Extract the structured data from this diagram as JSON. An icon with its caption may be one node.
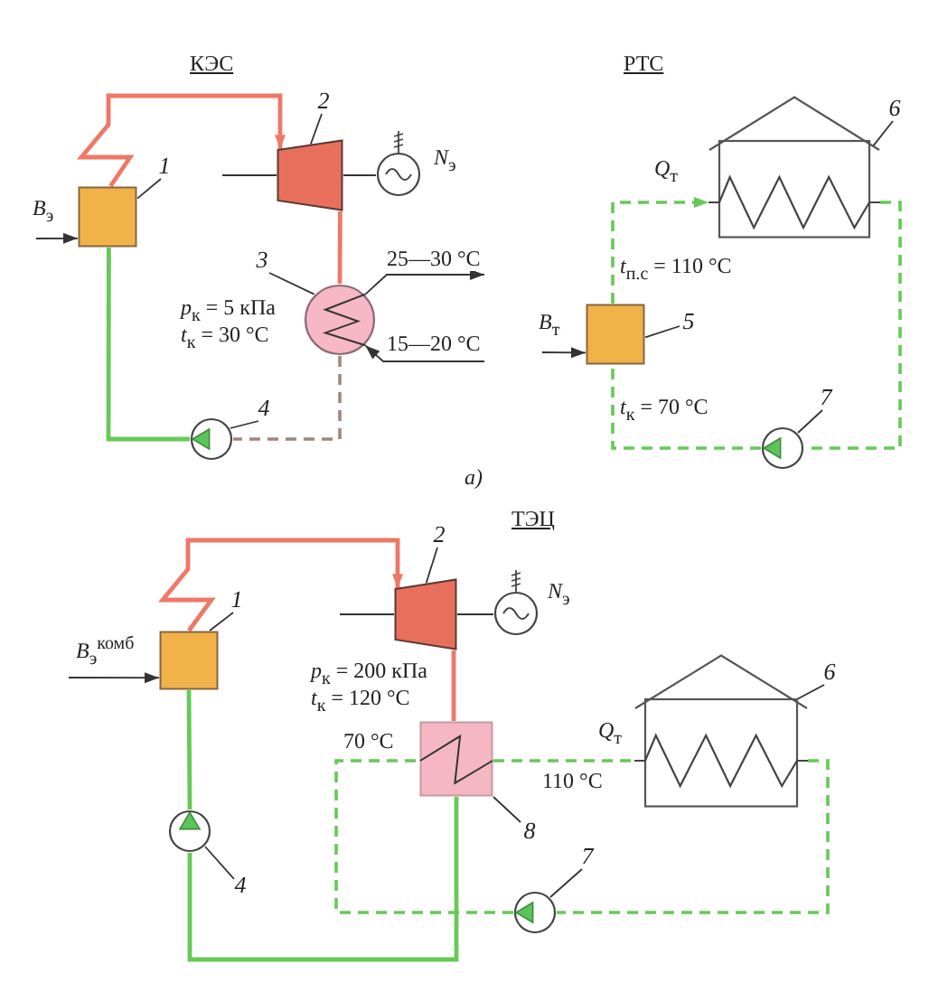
{
  "diagram": {
    "nodes": [
      {
        "text": [],
        "shape": "box"
      },
      {
        "text": [
          "1"
        ]
      },
      {
        "text": [],
        "shape": "trapezoid"
      },
      {
        "text": [
          "2"
        ]
      },
      {
        "text": [],
        "shape": "circle",
        "beside": [
          "*N*$_{э}$"
        ]
      },
      {
        "text": [],
        "shape": "circle",
        "beside": [
          "*p*$_{к}$ = 5 кПа",
          "*t*$_{к}$ = 30 °C"
        ]
      },
      {
        "text": [
          "3"
        ]
      },
      {
        "text": [],
        "shape": "circle"
      },
      {
        "text": [
          "4"
        ]
      },
      {
        "text": [],
        "shape": "house",
        "beside": [
          "*Q*$_{т}$"
        ]
      },
      {
        "text": [
          "6"
        ]
      },
      {
        "text": [],
        "shape": "box"
      },
      {
        "text": [
          "5"
        ]
      },
      {
        "text": [],
        "shape": "circle"
      },
      {
        "text": [
          "7"
        ]
      },
      {
        "text": [],
        "shape": "box"
      },
      {
        "text": [
          "1"
        ]
      },
      {
        "text": [],
        "shape": "trapezoid"
      },
      {
        "text": [
          "2"
        ]
      },
      {
        "text": [],
        "shape": "circle",
        "beside": [
          "*N*$_{э}$"
        ]
      },
      {
        "text": [],
        "shape": "box",
        "beside": [
          "*p*$_{к}$ = 200 кПа",
          "*t*$_{к}$ = 120 °C"
        ]
      },
      {
        "text": [],
        "shape": "house",
        "beside": [
          "*Q*$_{т}$"
        ]
      },
      {
        "text": [
          "6"
        ]
      },
      {
        "text": [
          "8"
        ]
      },
      {
        "text": [],
        "shape": "circle"
      },
      {
        "text": [
          "7"
        ]
      },
      {
        "text": [],
        "shape": "circle"
      },
      {
        "text": [
          "4"
        ]
      }
    ],
    "edges": [
      {
        "from": null,
        "to": 0,
        "arrow": "to",
        "label": "*B*$_{э}$"
      },
      {
        "from": 1,
        "to": 0,
        "arrow": "none"
      },
      {
        "from": 0,
        "to": 2,
        "arrow": "to",
        "style": "thick",
        "color": "#ee7866"
      },
      {
        "from": 3,
        "to": 2,
        "arrow": "none"
      },
      {
        "from": 2,
        "to": 4,
        "arrow": "none"
      },
      {
        "from": 2,
        "to": 5,
        "arrow": "none",
        "style": "thick",
        "color": "#ee7866"
      },
      {
        "from": 6,
        "to": 5,
        "arrow": "none"
      },
      {
        "from": 5,
        "to": null,
        "arrow": "to",
        "label": "25—30 °C"
      },
      {
        "from": null,
        "to": 5,
        "arrow": "to",
        "label": "15—20 °C"
      },
      {
        "from": 5,
        "to": 7,
        "arrow": "none",
        "style": "dashed",
        "color": "#a3857a"
      },
      {
        "from": 8,
        "to": 7,
        "arrow": "none"
      },
      {
        "from": 7,
        "to": 0,
        "arrow": "none",
        "style": "thick",
        "color": "#66c957"
      },
      {
        "from": null,
        "to": 11,
        "arrow": "to",
        "label": "*B*$_{т}$"
      },
      {
        "from": 12,
        "to": 11,
        "arrow": "none"
      },
      {
        "from": 11,
        "to": 9,
        "arrow": "to",
        "style": "dashed",
        "color": "#66c957",
        "label": "*t*$_{п.с}$ = 110 °C"
      },
      {
        "from": 10,
        "to": 9,
        "arrow": "none"
      },
      {
        "from": 9,
        "to": 13,
        "arrow": "none",
        "style": "dashed",
        "color": "#66c957"
      },
      {
        "from": 14,
        "to": 13,
        "arrow": "none"
      },
      {
        "from": 13,
        "to": 11,
        "arrow": "none",
        "style": "dashed",
        "color": "#66c957",
        "label": "*t*$_{к}$ = 70 °C"
      },
      {
        "from": null,
        "to": 15,
        "arrow": "to",
        "label": "*B*$_{э}$$^{комб}$"
      },
      {
        "from": 16,
        "to": 15,
        "arrow": "none"
      },
      {
        "from": 15,
        "to": 17,
        "arrow": "to",
        "style": "thick",
        "color": "#ee7866"
      },
      {
        "from": 18,
        "to": 17,
        "arrow": "none"
      },
      {
        "from": 17,
        "to": 19,
        "arrow": "none"
      },
      {
        "from": 17,
        "to": 20,
        "arrow": "none",
        "style": "thick",
        "color": "#ee7866"
      },
      {
        "from": 20,
        "to": 21,
        "arrow": "none",
        "style": "dashed",
        "color": "#66c957",
        "label": "110 °C"
      },
      {
        "from": 22,
        "to": 21,
        "arrow": "none"
      },
      {
        "from": 23,
        "to": 20,
        "arrow": "none"
      },
      {
        "from": 21,
        "to": 24,
        "arrow": "none",
        "style": "dashed",
        "color": "#66c957"
      },
      {
        "from": 25,
        "to": 24,
        "arrow": "none"
      },
      {
        "from": 24,
        "to": 20,
        "arrow": "none",
        "style": "dashed",
        "color": "#66c957",
        "label": "70 °C"
      },
      {
        "from": 20,
        "to": 26,
        "arrow": "none",
        "style": "thick",
        "color": "#66c957"
      },
      {
        "from": 27,
        "to": 26,
        "arrow": "none"
      },
      {
        "from": 26,
        "to": 15,
        "arrow": "none",
        "style": "thick",
        "color": "#66c957"
      }
    ],
    "labels": [
      "КЭС",
      "РТС",
      "а)",
      "ТЭЦ"
    ]
  }
}
